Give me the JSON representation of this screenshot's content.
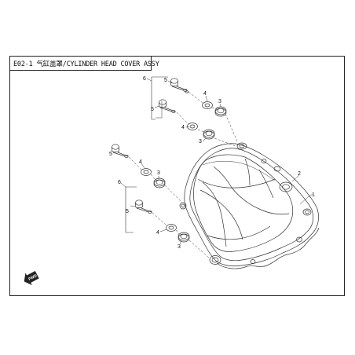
{
  "title": "E02-1 气缸盖罩/CYLINDER HEAD COVER ASSY",
  "fwd_label": "FWD",
  "callouts": {
    "c1": "1",
    "c2": "2",
    "c3a": "3",
    "c3b": "3",
    "c3c": "3",
    "c3d": "3",
    "c4a": "4",
    "c4b": "4",
    "c4c": "4",
    "c4d": "4",
    "c5a": "5",
    "c5b": "5",
    "c5c": "5",
    "c5d": "5",
    "c6a": "6",
    "c6b": "6"
  }
}
